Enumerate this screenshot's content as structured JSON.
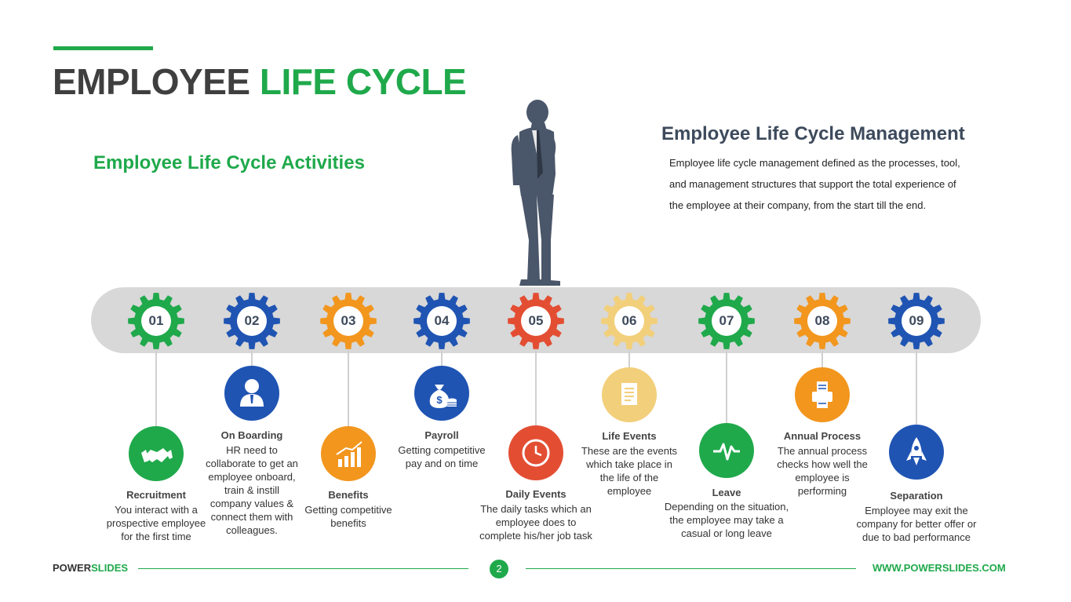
{
  "title": {
    "part1": "EMPLOYEE ",
    "part2": "LIFE CYCLE"
  },
  "colors": {
    "green": "#1fa94b",
    "blue": "#1f54b3",
    "orange": "#f2961e",
    "red": "#e34e33",
    "yellow": "#f2cf7a",
    "dark": "#3f3f3f",
    "track": "#d8d8d8"
  },
  "activities_heading": "Employee Life Cycle Activities",
  "management": {
    "heading": "Employee Life Cycle Management",
    "lines": [
      "Employee life cycle management defined as the processes, tool,",
      "and management structures that support the total experience of",
      "the employee at their company, from the start till the end."
    ]
  },
  "steps": [
    {
      "number": "01",
      "gear_color": "green",
      "icon": "handshake-icon",
      "title": "Recruitment",
      "desc": [
        "You interact with a",
        "prospective employee",
        "for the first time"
      ]
    },
    {
      "number": "02",
      "gear_color": "blue",
      "icon": "person-icon",
      "title": "On Boarding",
      "desc": [
        "HR need to",
        "collaborate to get an",
        "employee onboard,",
        "train  & instill",
        "company values &",
        "connect them with",
        "colleagues."
      ]
    },
    {
      "number": "03",
      "gear_color": "orange",
      "icon": "bar-chart-icon",
      "title": "Benefits",
      "desc": [
        "Getting competitive",
        "benefits"
      ]
    },
    {
      "number": "04",
      "gear_color": "blue",
      "icon": "money-bag-icon",
      "title": "Payroll",
      "desc": [
        "Getting competitive",
        "pay and on time"
      ]
    },
    {
      "number": "05",
      "gear_color": "red",
      "icon": "clock-icon",
      "title": "Daily Events",
      "desc": [
        "The daily tasks which an",
        "employee does to",
        "complete his/her job task"
      ]
    },
    {
      "number": "06",
      "gear_color": "yellow",
      "icon": "document-icon",
      "title": "Life Events",
      "desc": [
        "These are the events",
        "which take place in",
        "the life of the",
        "employee"
      ]
    },
    {
      "number": "07",
      "gear_color": "green",
      "icon": "pulse-icon",
      "title": "Leave",
      "desc": [
        "Depending on the situation,",
        "the employee may take a",
        "casual or long leave"
      ]
    },
    {
      "number": "08",
      "gear_color": "orange",
      "icon": "printer-icon",
      "title": "Annual Process",
      "desc": [
        "The annual process",
        "checks how well the",
        "employee is",
        "performing"
      ]
    },
    {
      "number": "09",
      "gear_color": "blue",
      "icon": "rocket-icon",
      "title": "Separation",
      "desc": [
        "Employee may exit the",
        "company for better offer or",
        "due to bad performance"
      ]
    }
  ],
  "footer": {
    "brand_part1": "POWER",
    "brand_part2": "SLIDES",
    "page": "2",
    "url": "WWW.POWERSLIDES.COM"
  }
}
